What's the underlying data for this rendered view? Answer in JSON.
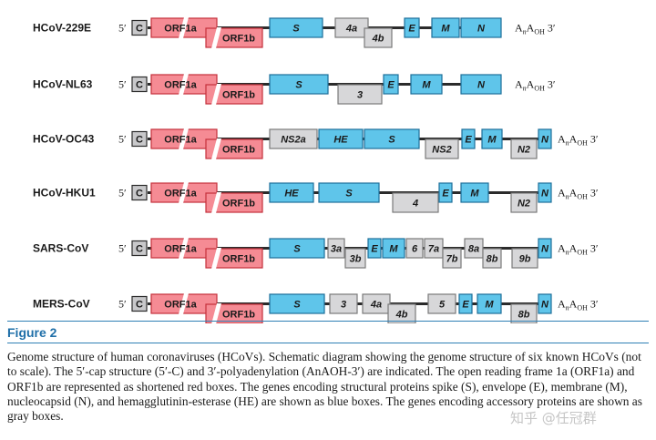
{
  "colors": {
    "structural": "#5fc5ea",
    "orf": "#f58b94",
    "accessory": "#d7d7d9",
    "cap": "#c8c8ca",
    "line": "#2b2b2b",
    "accent": "#2f7fb5"
  },
  "genomes": [
    {
      "name": "HCoV-229E",
      "five_prime": "5′",
      "cap": "C",
      "orf1a": "ORF1a",
      "orf1b": "ORF1b",
      "genes": [
        {
          "label": "S",
          "kind": "structural"
        },
        {
          "label": "4a",
          "kind": "accessory"
        },
        {
          "label": "4b",
          "kind": "accessory"
        },
        {
          "label": "E",
          "kind": "structural"
        },
        {
          "label": "M",
          "kind": "structural"
        },
        {
          "label": "N",
          "kind": "structural"
        }
      ],
      "three_prime": "AnAOH 3′"
    },
    {
      "name": "HCoV-NL63",
      "five_prime": "5′",
      "cap": "C",
      "orf1a": "ORF1a",
      "orf1b": "ORF1b",
      "genes": [
        {
          "label": "S",
          "kind": "structural"
        },
        {
          "label": "3",
          "kind": "accessory"
        },
        {
          "label": "E",
          "kind": "structural"
        },
        {
          "label": "M",
          "kind": "structural"
        },
        {
          "label": "N",
          "kind": "structural"
        }
      ],
      "three_prime": "AnAOH 3′"
    },
    {
      "name": "HCoV-OC43",
      "five_prime": "5′",
      "cap": "C",
      "orf1a": "ORF1a",
      "orf1b": "ORF1b",
      "genes": [
        {
          "label": "NS2a",
          "kind": "accessory"
        },
        {
          "label": "HE",
          "kind": "structural"
        },
        {
          "label": "S",
          "kind": "structural"
        },
        {
          "label": "NS2",
          "kind": "accessory"
        },
        {
          "label": "E",
          "kind": "structural"
        },
        {
          "label": "M",
          "kind": "structural"
        },
        {
          "label": "N2",
          "kind": "accessory"
        },
        {
          "label": "N",
          "kind": "structural"
        }
      ],
      "three_prime": "AnAOH 3′"
    },
    {
      "name": "HCoV-HKU1",
      "five_prime": "5′",
      "cap": "C",
      "orf1a": "ORF1a",
      "orf1b": "ORF1b",
      "genes": [
        {
          "label": "HE",
          "kind": "structural"
        },
        {
          "label": "S",
          "kind": "structural"
        },
        {
          "label": "4",
          "kind": "accessory"
        },
        {
          "label": "E",
          "kind": "structural"
        },
        {
          "label": "M",
          "kind": "structural"
        },
        {
          "label": "N2",
          "kind": "accessory"
        },
        {
          "label": "N",
          "kind": "structural"
        }
      ],
      "three_prime": "AnAOH 3′"
    },
    {
      "name": "SARS-CoV",
      "five_prime": "5′",
      "cap": "C",
      "orf1a": "ORF1a",
      "orf1b": "ORF1b",
      "genes": [
        {
          "label": "S",
          "kind": "structural"
        },
        {
          "label": "3a",
          "kind": "accessory"
        },
        {
          "label": "3b",
          "kind": "accessory"
        },
        {
          "label": "E",
          "kind": "structural"
        },
        {
          "label": "M",
          "kind": "structural"
        },
        {
          "label": "6",
          "kind": "accessory"
        },
        {
          "label": "7a",
          "kind": "accessory"
        },
        {
          "label": "7b",
          "kind": "accessory"
        },
        {
          "label": "8a",
          "kind": "accessory"
        },
        {
          "label": "8b",
          "kind": "accessory"
        },
        {
          "label": "9b",
          "kind": "accessory"
        },
        {
          "label": "N",
          "kind": "structural"
        }
      ],
      "three_prime": "AnAOH 3′"
    },
    {
      "name": "MERS-CoV",
      "five_prime": "5′",
      "cap": "C",
      "orf1a": "ORF1a",
      "orf1b": "ORF1b",
      "genes": [
        {
          "label": "S",
          "kind": "structural"
        },
        {
          "label": "3",
          "kind": "accessory"
        },
        {
          "label": "4a",
          "kind": "accessory"
        },
        {
          "label": "4b",
          "kind": "accessory"
        },
        {
          "label": "5",
          "kind": "accessory"
        },
        {
          "label": "E",
          "kind": "structural"
        },
        {
          "label": "M",
          "kind": "structural"
        },
        {
          "label": "8b",
          "kind": "accessory"
        },
        {
          "label": "N",
          "kind": "structural"
        }
      ],
      "three_prime": "AnAOH 3′"
    }
  ],
  "figure": {
    "title": "Figure 2",
    "caption": "Genome structure of human coronaviruses (HCoVs). Schematic diagram showing the genome structure of six known HCoVs (not to scale). The 5′-cap structure (5′-C) and 3′-polyadenylation (AnAOH-3′) are indicated. The open reading frame 1a (ORF1a) and ORF1b are represented as shortened red boxes. The genes encoding structural proteins spike (S), envelope (E), membrane (M), nucleocapsid (N), and hemagglutinin-esterase (HE) are shown as blue boxes. The genes encoding accessory proteins are shown as gray boxes.",
    "watermark": "知乎 @任冠群"
  }
}
